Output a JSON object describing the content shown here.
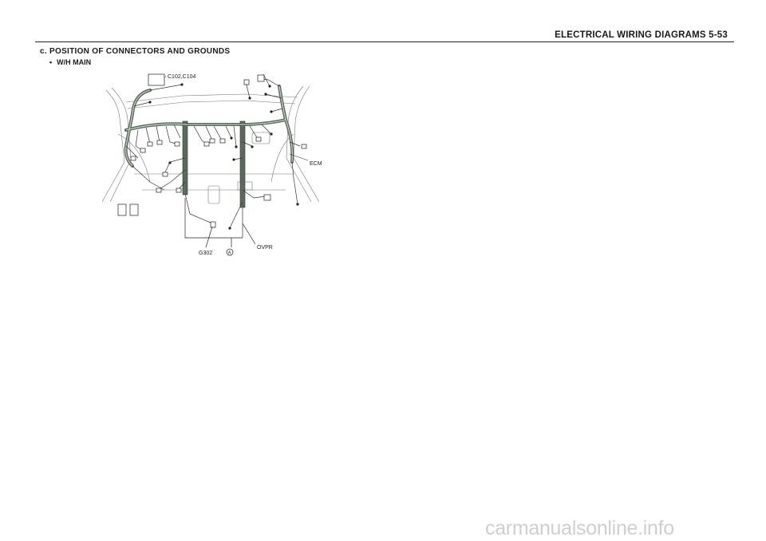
{
  "header": {
    "title": "ELECTRICAL WIRING DIAGRAMS  5-53"
  },
  "section": {
    "heading": "c. POSITION OF CONNECTORS AND GROUNDS",
    "subsection": "W/H MAIN"
  },
  "diagram": {
    "labels": {
      "c102_c104": "C102,C104",
      "ecm": "ECM",
      "ovpr": "OVPR",
      "g302": "G302",
      "ground_a": "A"
    }
  },
  "watermark": {
    "text": "carmanualsonline.info"
  }
}
